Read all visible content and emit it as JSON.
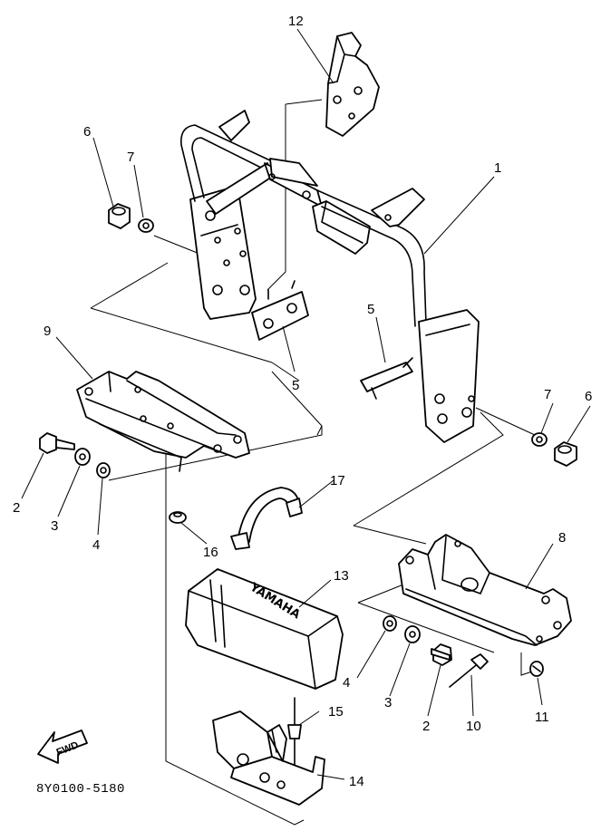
{
  "diagram": {
    "code": "8Y0100-5180",
    "fwd_label": "FWD",
    "brand_mark": "YAMAHA",
    "callouts": {
      "c1": "1",
      "c2a": "2",
      "c2b": "2",
      "c3a": "3",
      "c3b": "3",
      "c4a": "4",
      "c4b": "4",
      "c5a": "5",
      "c5b": "5",
      "c6a": "6",
      "c6b": "6",
      "c7a": "7",
      "c7b": "7",
      "c8": "8",
      "c9": "9",
      "c10": "10",
      "c11": "11",
      "c12": "12",
      "c13": "13",
      "c14": "14",
      "c15": "15",
      "c16": "16",
      "c17": "17"
    }
  }
}
